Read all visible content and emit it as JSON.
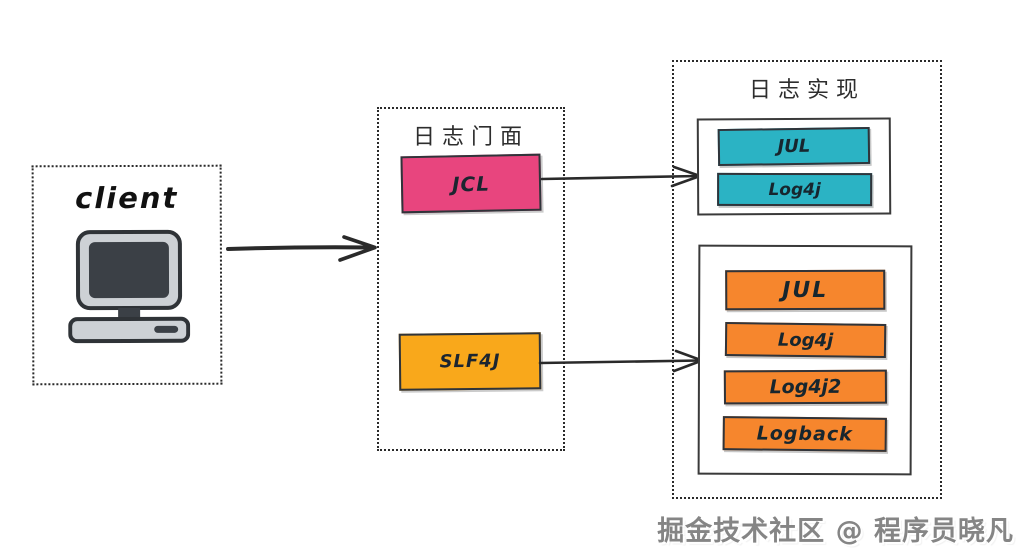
{
  "client": {
    "label": "client"
  },
  "facade": {
    "title": "日志门面",
    "items": [
      {
        "label": "JCL"
      },
      {
        "label": "SLF4J"
      }
    ]
  },
  "implementation": {
    "title": "日志实现",
    "groups": [
      {
        "items": [
          {
            "label": "JUL"
          },
          {
            "label": "Log4j"
          }
        ]
      },
      {
        "items": [
          {
            "label": "JUL"
          },
          {
            "label": "Log4j"
          },
          {
            "label": "Log4j2"
          },
          {
            "label": "Logback"
          }
        ]
      }
    ]
  },
  "watermark": "掘金技术社区 @ 程序员晓凡",
  "colors": {
    "jcl_pink": "#e8457e",
    "slf4j_amber": "#f9a81b",
    "impl_teal": "#2bb3c4",
    "impl_orange": "#f6862d",
    "ink": "#2a2a2a"
  },
  "icons": {
    "computer": "computer-icon",
    "arrows": [
      "arrow-client-to-facade",
      "arrow-jcl-to-impl",
      "arrow-slf4j-to-impl"
    ]
  }
}
